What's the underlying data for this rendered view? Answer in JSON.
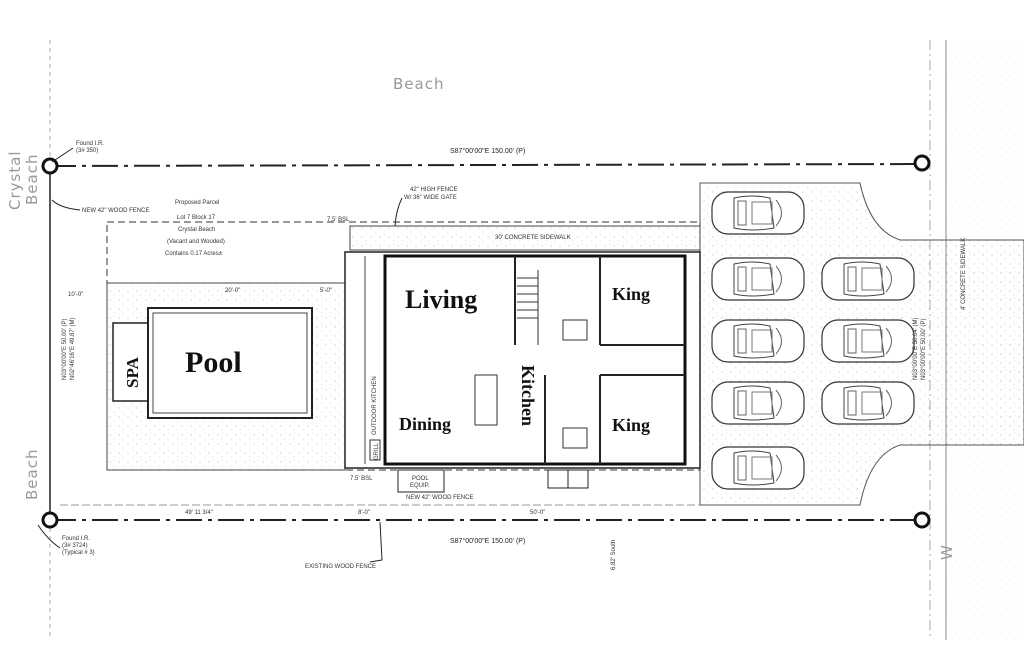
{
  "labels": {
    "beach_top": "Beach",
    "crystal_beach_1": "Crystal",
    "crystal_beach_2": "Beach",
    "beach_left": "Beach",
    "bearing_top": "S87°00'00\"E 150.00' (P)",
    "bearing_bottom": "S87°00'00\"E 150.00' (P)",
    "bearing_left_1": "N03°00'00\"E 50.00' (P)",
    "bearing_left_2": "N02°46'16\"E 49.87' (M)",
    "bearing_right_1": "N03°00'00\"E 50.04' (M)",
    "bearing_right_2": "N03°00'00\"E 50.00' (P)",
    "found_ir_top_1": "Found I.R.",
    "found_ir_top_2": "(3# 350)",
    "found_ir_bottom_1": "Found I.R.",
    "found_ir_bottom_2": "(3# 3724)",
    "found_ir_bottom_3": "(Typical # 3)",
    "new_fence_top": "NEW 42\" WOOD FENCE",
    "new_fence_bottom": "NEW 42\" WOOD FENCE",
    "existing_fence": "EXISTING WOOD FENCE",
    "parcel_1": "Proposed Parcel",
    "parcel_2": "Lot 7 Block 17",
    "parcel_3": "Crystal Beach",
    "parcel_4": "(Vacant and Wooded)",
    "parcel_5": "Contains 0.17 Acres±",
    "gate_1": "42\" HIGH FENCE",
    "gate_2": "W/ 36\" WIDE GATE",
    "bsl_top": "7.5' BSL",
    "bsl_bottom": "7.5' BSL",
    "sidewalk": "30' CONCRETE SIDEWALK",
    "pool_equip_1": "POOL",
    "pool_equip_2": "EQUIP.",
    "outdoor_kitchen": "OUTDOOR KITCHEN",
    "grill": "GRILL",
    "dim_bottom_left": "49' 11 3/4\"",
    "dim_bottom_mid": "8'-0\"",
    "dim_bottom_right": "50'-0\"",
    "dim_left_top": "10'-0\"",
    "dim_deck_top": "20'-0\"",
    "dim_deck_right": "5'-0\"",
    "south": "6.82' South",
    "w_mark": "W",
    "concrete_sidewalk_right": "4' CONCRETE SIDEWALK"
  },
  "rooms": {
    "living": "Living",
    "king_1": "King",
    "king_2": "King",
    "dining": "Dining",
    "kitchen": "Kitchen",
    "pool": "Pool",
    "spa": "SPA"
  }
}
